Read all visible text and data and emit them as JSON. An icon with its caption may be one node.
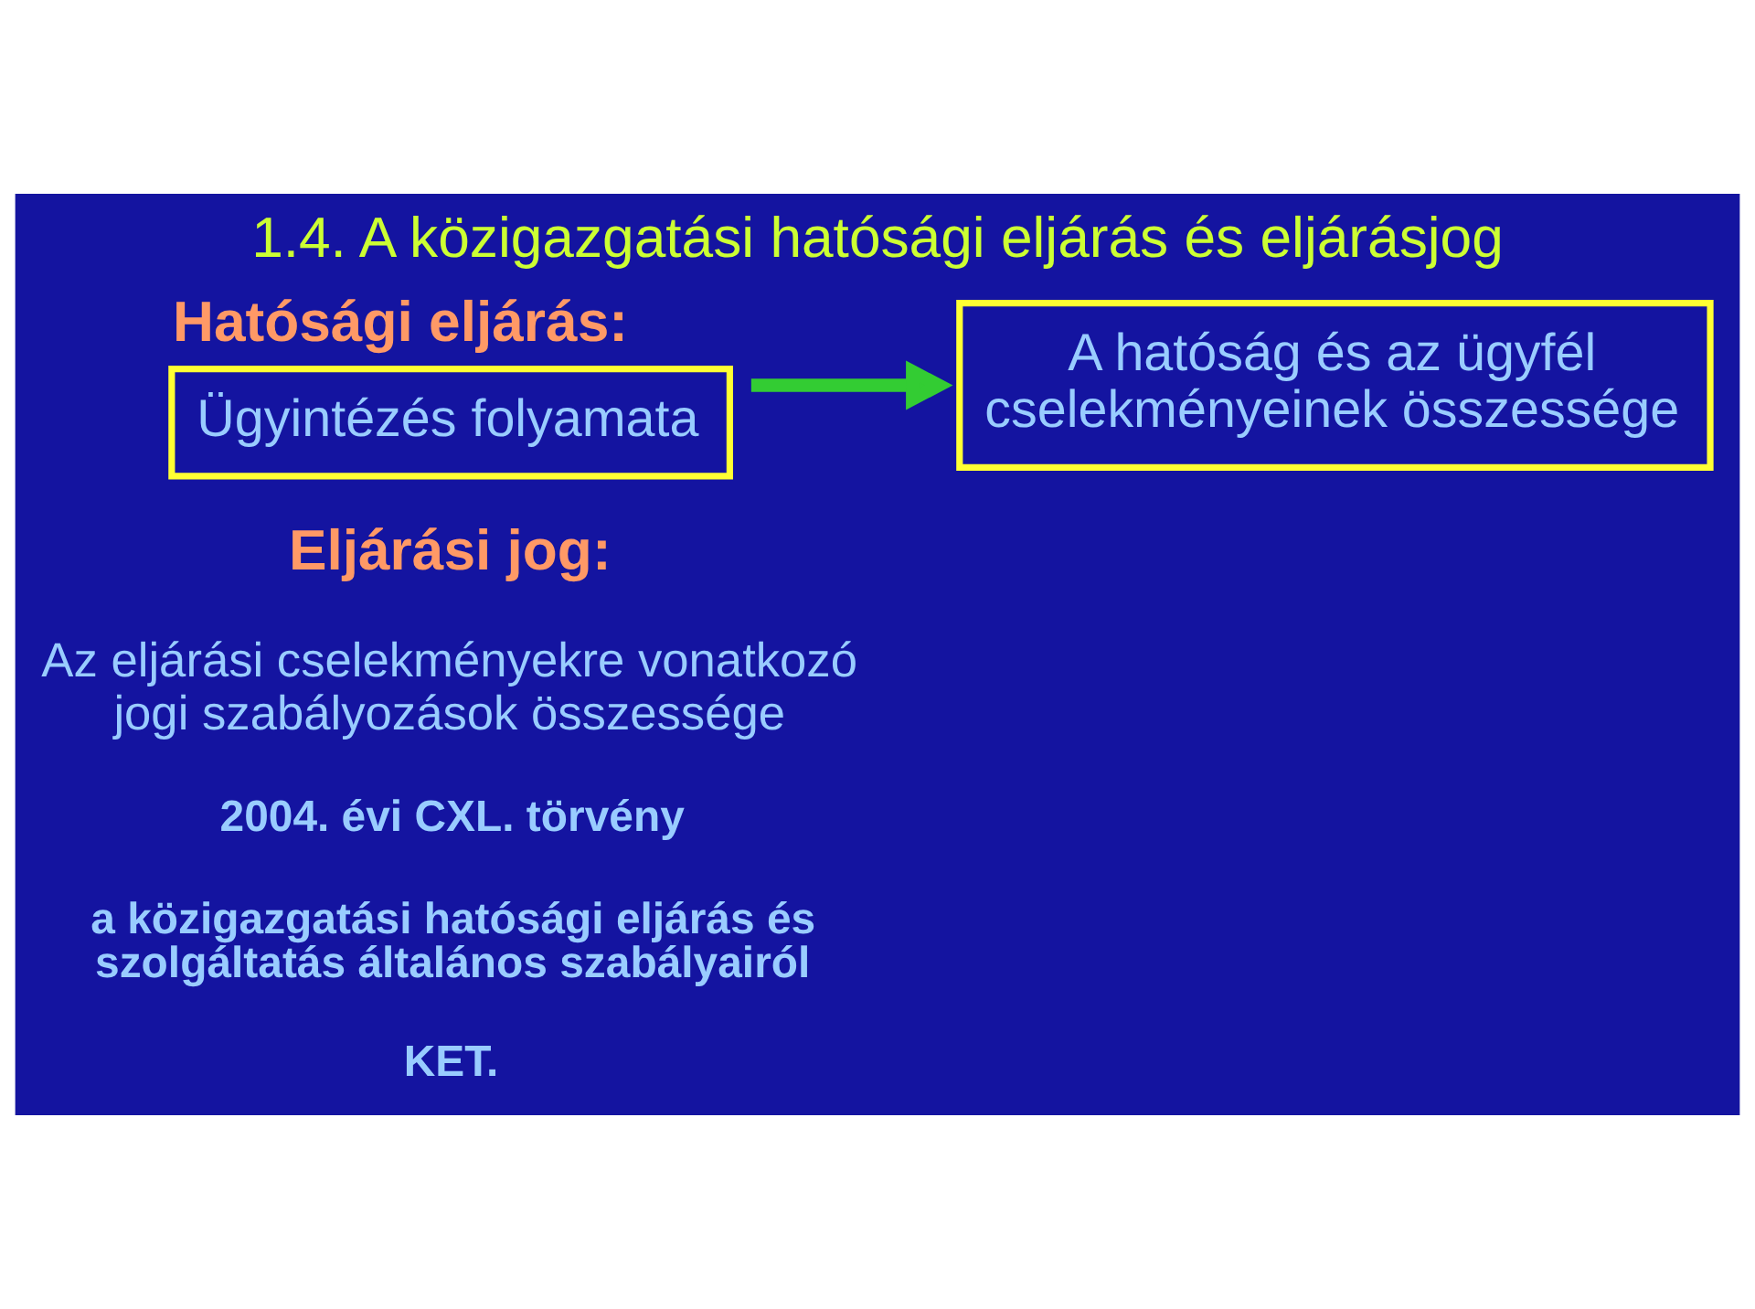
{
  "diagram": {
    "title": "1.4. A közigazgatási hatósági eljárás és eljárásjog",
    "nodes": [
      {
        "text": [
          "Hatósági eljárás:",
          "Ügyintézés folyamata"
        ]
      },
      {
        "text": [
          "A hatóság és az ügyfél cselekményeinek összessége"
        ]
      }
    ],
    "edges": [
      {
        "from": 0,
        "to": 1,
        "arrow": "to"
      }
    ],
    "labels": [
      "Eljárási jog:",
      "Az eljárási cselekményekre vonatkozó jogi szabályozások összessége",
      "2004. évi CXL. törvény",
      "a közigazgatási hatósági eljárás és szolgáltatás általános szabályairól",
      "KET."
    ]
  }
}
